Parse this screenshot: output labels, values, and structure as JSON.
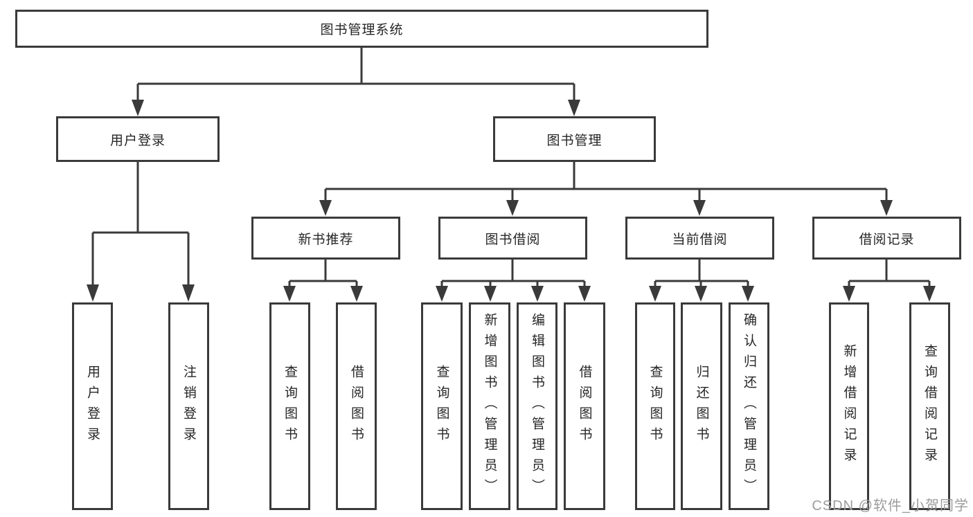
{
  "diagram": {
    "root": {
      "label": "图书管理系统"
    },
    "level2": [
      {
        "label": "用户登录"
      },
      {
        "label": "图书管理"
      }
    ],
    "level3": [
      {
        "label": "新书推荐"
      },
      {
        "label": "图书借阅"
      },
      {
        "label": "当前借阅"
      },
      {
        "label": "借阅记录"
      }
    ],
    "leaves": {
      "login": [
        {
          "label": "用户登录"
        },
        {
          "label": "注销登录"
        }
      ],
      "recommend": [
        {
          "label": "查询图书"
        },
        {
          "label": "借阅图书"
        }
      ],
      "borrow": [
        {
          "label": "查询图书"
        },
        {
          "label": "新增图书（管理员）"
        },
        {
          "label": "编辑图书（管理员）"
        },
        {
          "label": "借阅图书"
        }
      ],
      "current": [
        {
          "label": "查询图书"
        },
        {
          "label": "归还图书"
        },
        {
          "label": "确认归还（管理员）"
        }
      ],
      "records": [
        {
          "label": "新增借阅记录"
        },
        {
          "label": "查询借阅记录"
        }
      ]
    },
    "watermark": "CSDN @软件_小贺同学",
    "colors": {
      "line": "#3a3a3a",
      "text": "#262626",
      "watermark": "#9c9c9c",
      "background": "#ffffff"
    }
  }
}
